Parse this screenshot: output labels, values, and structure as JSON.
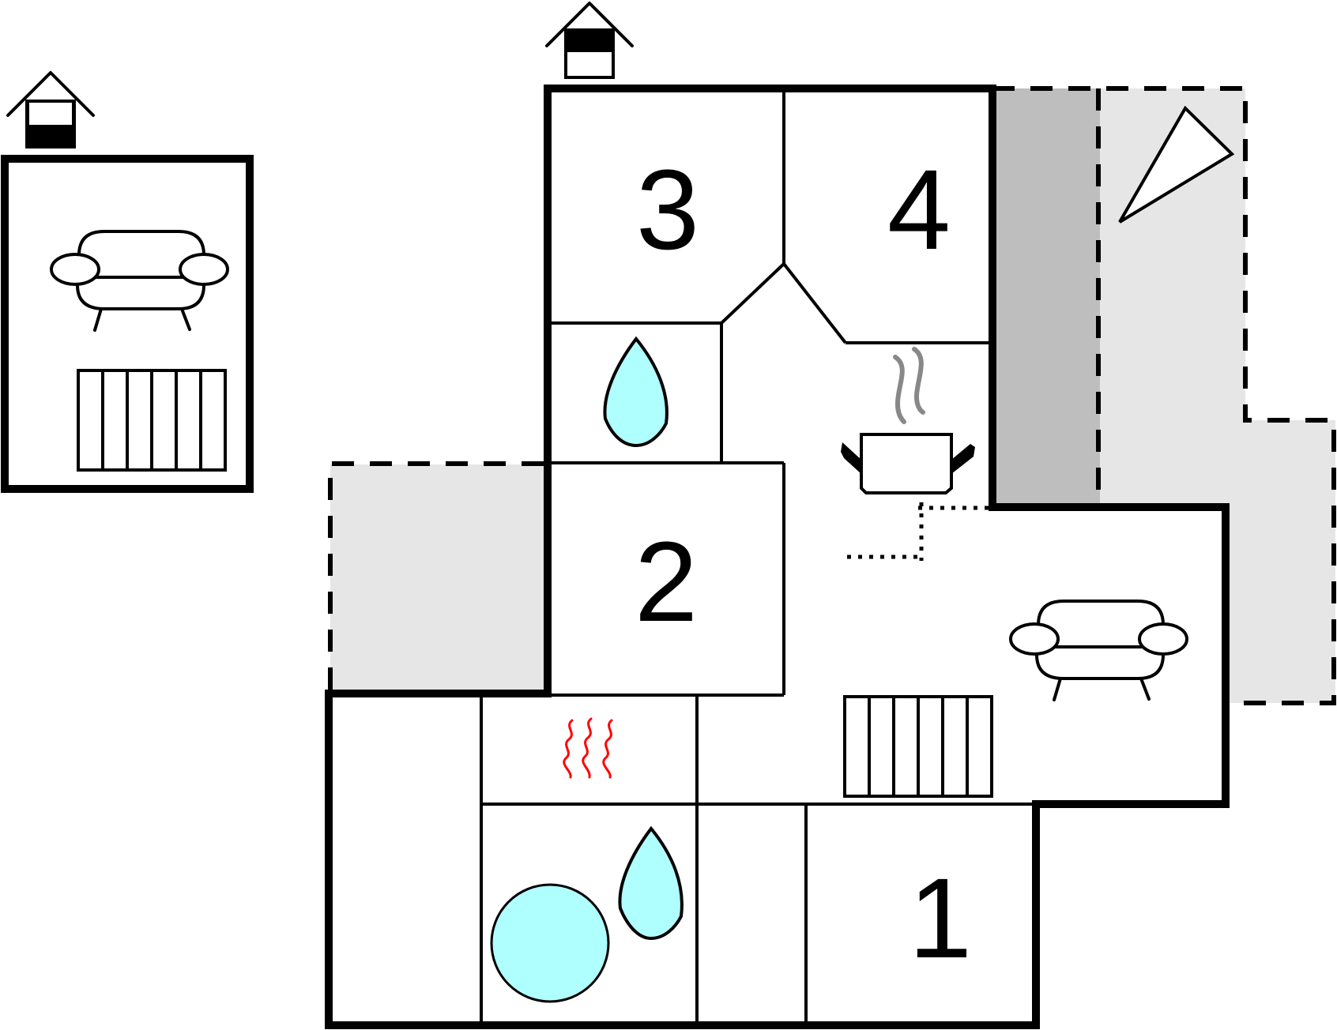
{
  "plan": {
    "rooms": [
      {
        "id": "room-1",
        "label": "1"
      },
      {
        "id": "room-2",
        "label": "2"
      },
      {
        "id": "room-3",
        "label": "3"
      },
      {
        "id": "room-4",
        "label": "4"
      }
    ],
    "icons": [
      "house-icon",
      "sofa-icon",
      "radiator-icon",
      "water-drop-icon",
      "sauna-heat-icon",
      "hot-tub-icon",
      "kitchen-pot-icon",
      "stove-icon",
      "compass-arrow-icon"
    ],
    "colors": {
      "water": "#b0ffff",
      "terrace": "#e6e6e6",
      "covered_terrace": "#bebebe",
      "sauna_heat": "#ff0000",
      "steam": "#888888",
      "walls": "#000000"
    }
  }
}
